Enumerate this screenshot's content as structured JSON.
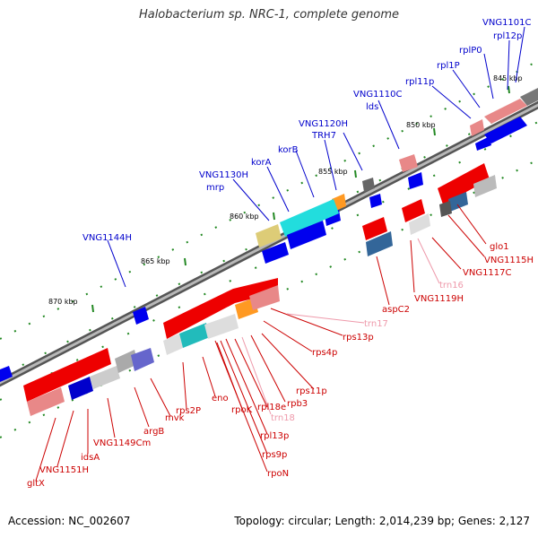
{
  "title": "Halobacterium sp. NRC-1, complete genome",
  "footer": {
    "accession": "Accession: NC_002607",
    "summary": "Topology: circular; Length: 2,014,239 bp; Genes: 2,127"
  },
  "colors": {
    "blue_label": "#0000cc",
    "red_label": "#cc0000",
    "pink_label": "#ee99aa",
    "backbone": "#777777",
    "tick_green": "#228822"
  },
  "ticks": [
    "845 kbp",
    "850 kbp",
    "855 kbp",
    "860 kbp",
    "865 kbp",
    "870 kbp"
  ],
  "labels_blue": [
    "VNG1101C",
    "rpl12p",
    "rplP0",
    "rpl1P",
    "rpl11p",
    "VNG1110C",
    "lds",
    "VNG1120H",
    "TRH7",
    "korB",
    "korA",
    "VNG1130H",
    "mrp",
    "VNG1144H"
  ],
  "labels_red": [
    "glo1",
    "VNG1115H",
    "VNG1117C",
    "VNG1119H",
    "aspC2",
    "rps13p",
    "rps4p",
    "rps11p",
    "rpb3",
    "rpl18e",
    "rpoK",
    "rpl13p",
    "rps9p",
    "rpoN",
    "eno",
    "rps2P",
    "mvk",
    "argB",
    "VNG1149Cm",
    "idsA",
    "VNG1151H",
    "gltX"
  ],
  "labels_pink": [
    "trn16",
    "trn17",
    "trn18"
  ]
}
